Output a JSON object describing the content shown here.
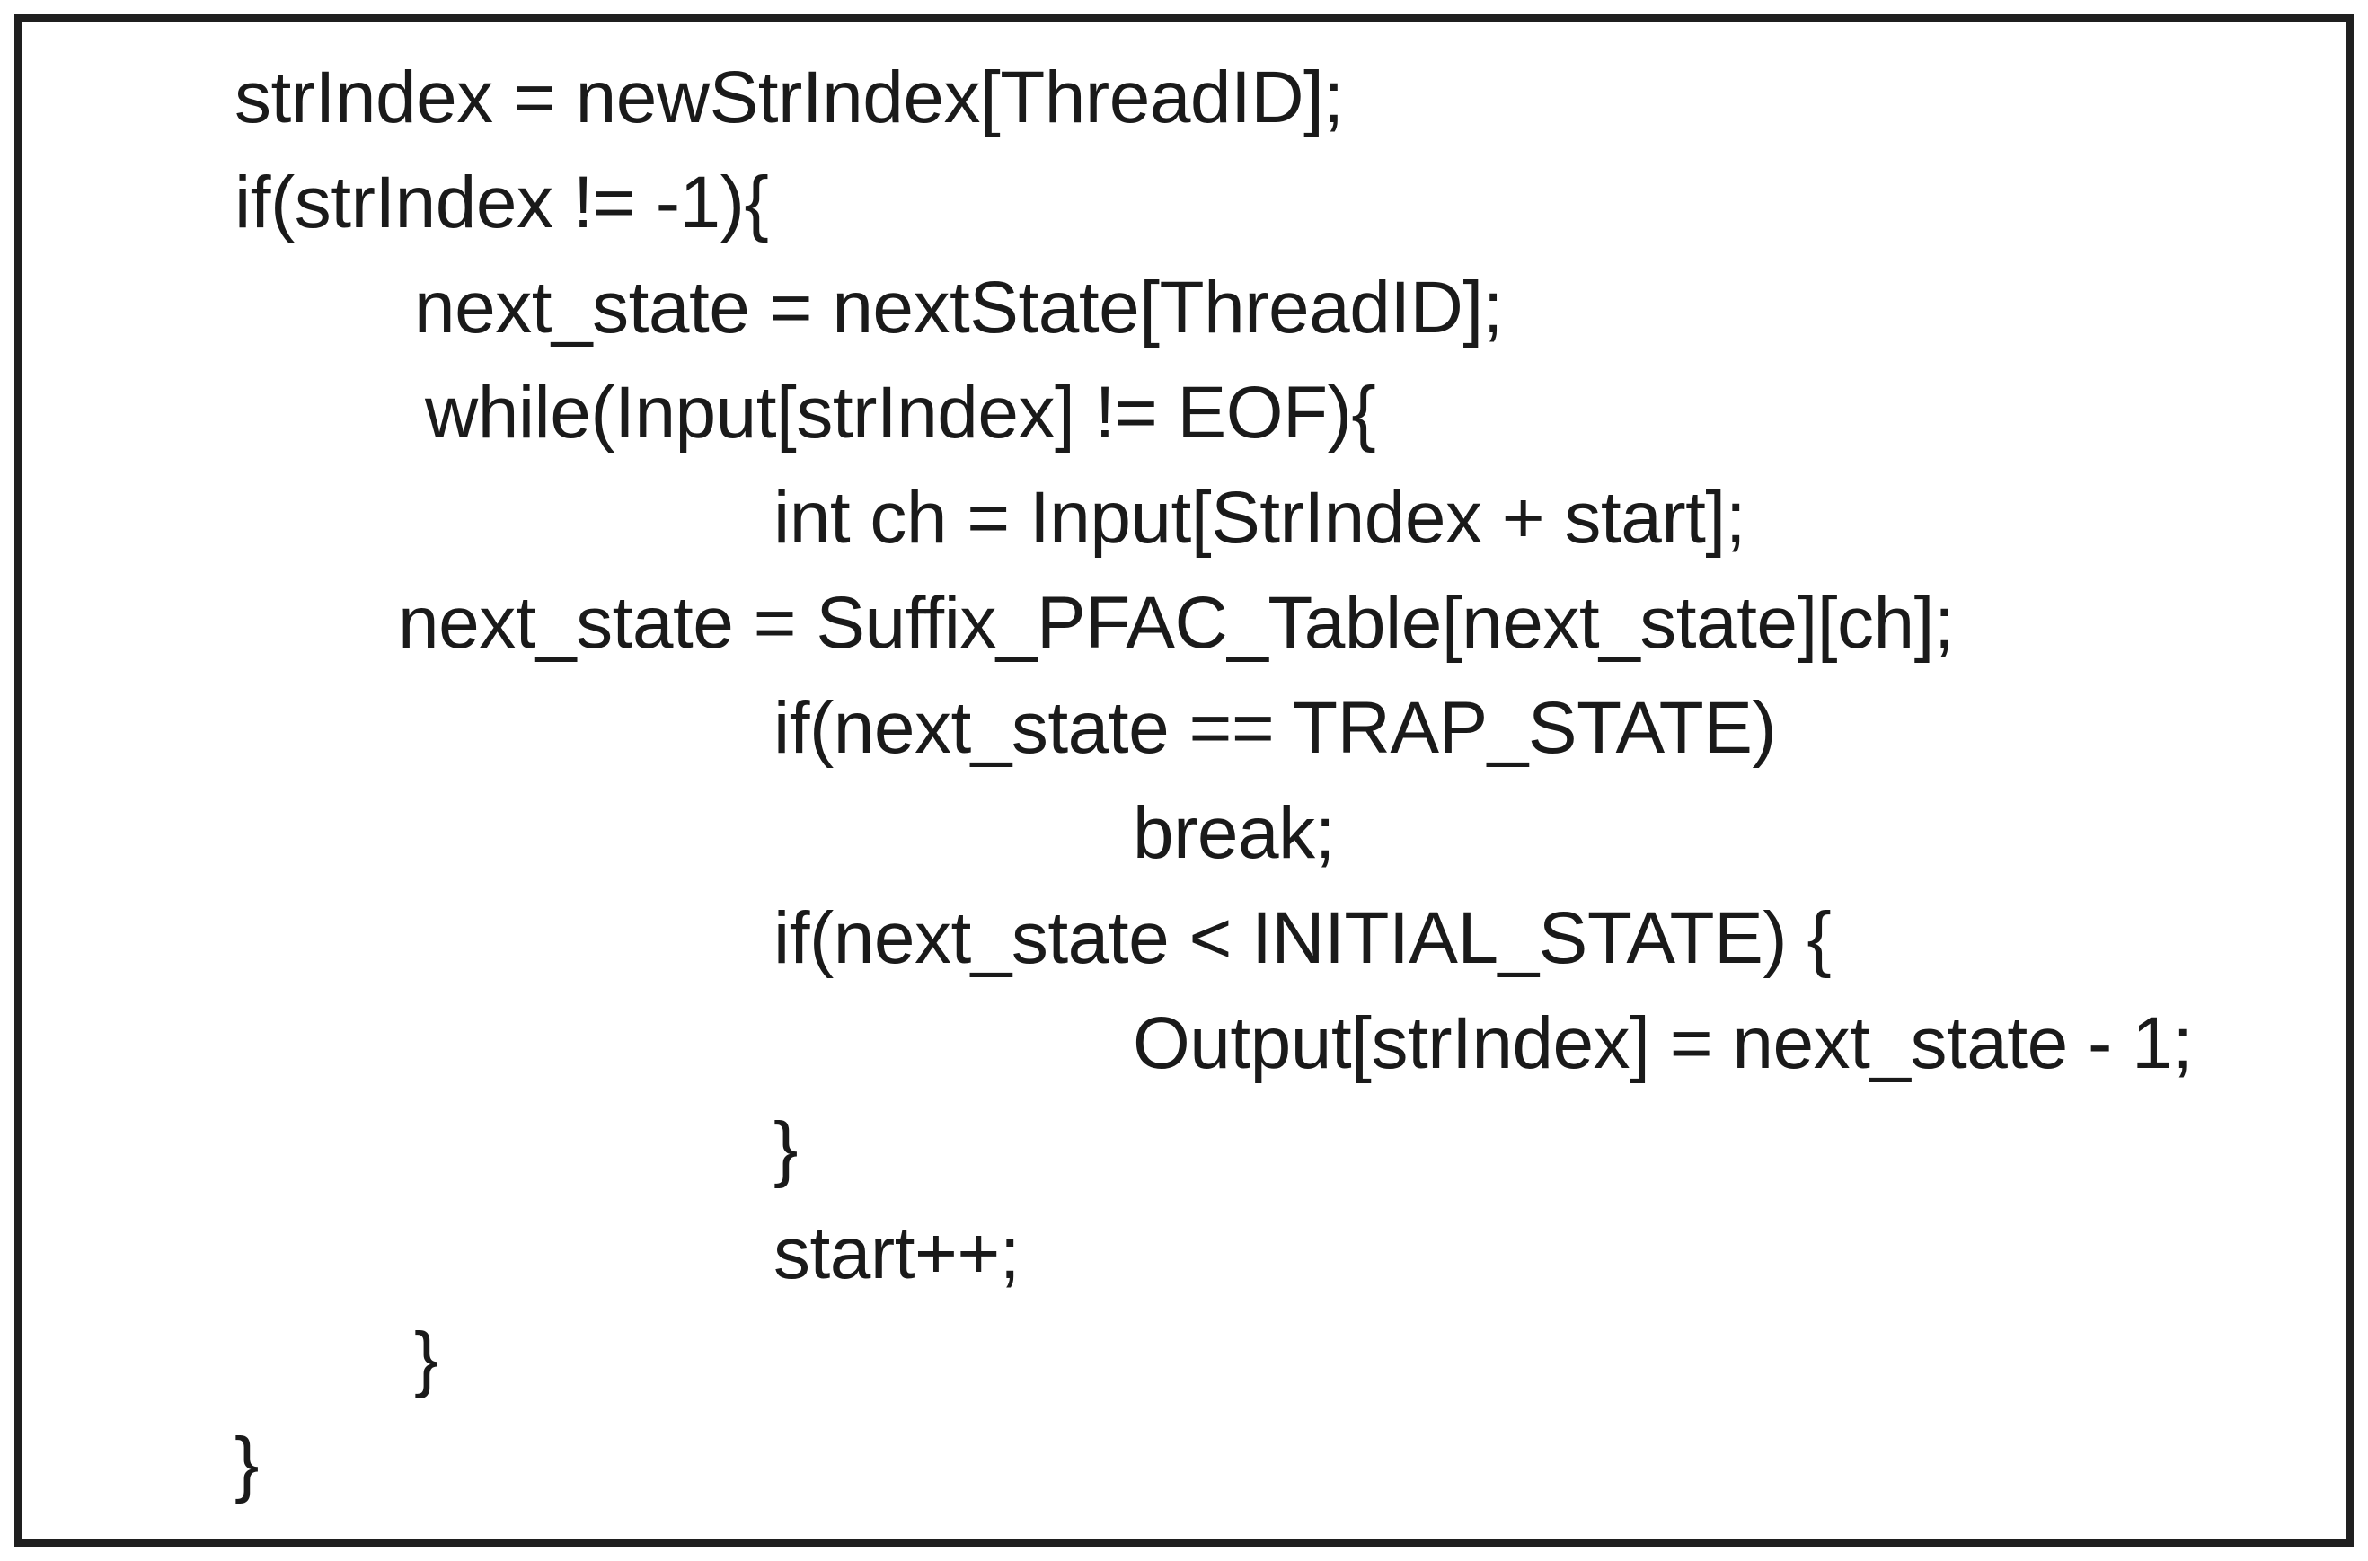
{
  "figure": {
    "kind": "pseudocode-listing",
    "description": "Black-bordered box containing PFAC suffix-table matching kernel pseudocode",
    "colors": {
      "background": "#ffffff",
      "border": "#1f1f1f",
      "text": "#1a1a1a"
    },
    "code_lines": [
      {
        "indent": 1,
        "text": "strIndex = newStrIndex[ThreadID];"
      },
      {
        "indent": 1,
        "text": "if(strIndex != -1){"
      },
      {
        "indent": 2,
        "text": "next_state = nextState[ThreadID];"
      },
      {
        "indent": 2.06,
        "text": "while(Input[strIndex] != EOF){"
      },
      {
        "indent": 4,
        "text": "int ch = Input[StrIndex + start];"
      },
      {
        "indent": 1.91,
        "text": "next_state = Suffix_PFAC_Table[next_state][ch];"
      },
      {
        "indent": 4,
        "text": "if(next_state == TRAP_STATE)"
      },
      {
        "indent": 6,
        "text": "break;"
      },
      {
        "indent": 4,
        "text": "if(next_state < INITIAL_STATE) {"
      },
      {
        "indent": 6,
        "text": "Output[strIndex] = next_state - 1;"
      },
      {
        "indent": 4,
        "text": "}"
      },
      {
        "indent": 4,
        "text": "start++;"
      },
      {
        "indent": 2,
        "text": "}"
      },
      {
        "indent": 1,
        "text": "}"
      }
    ]
  }
}
